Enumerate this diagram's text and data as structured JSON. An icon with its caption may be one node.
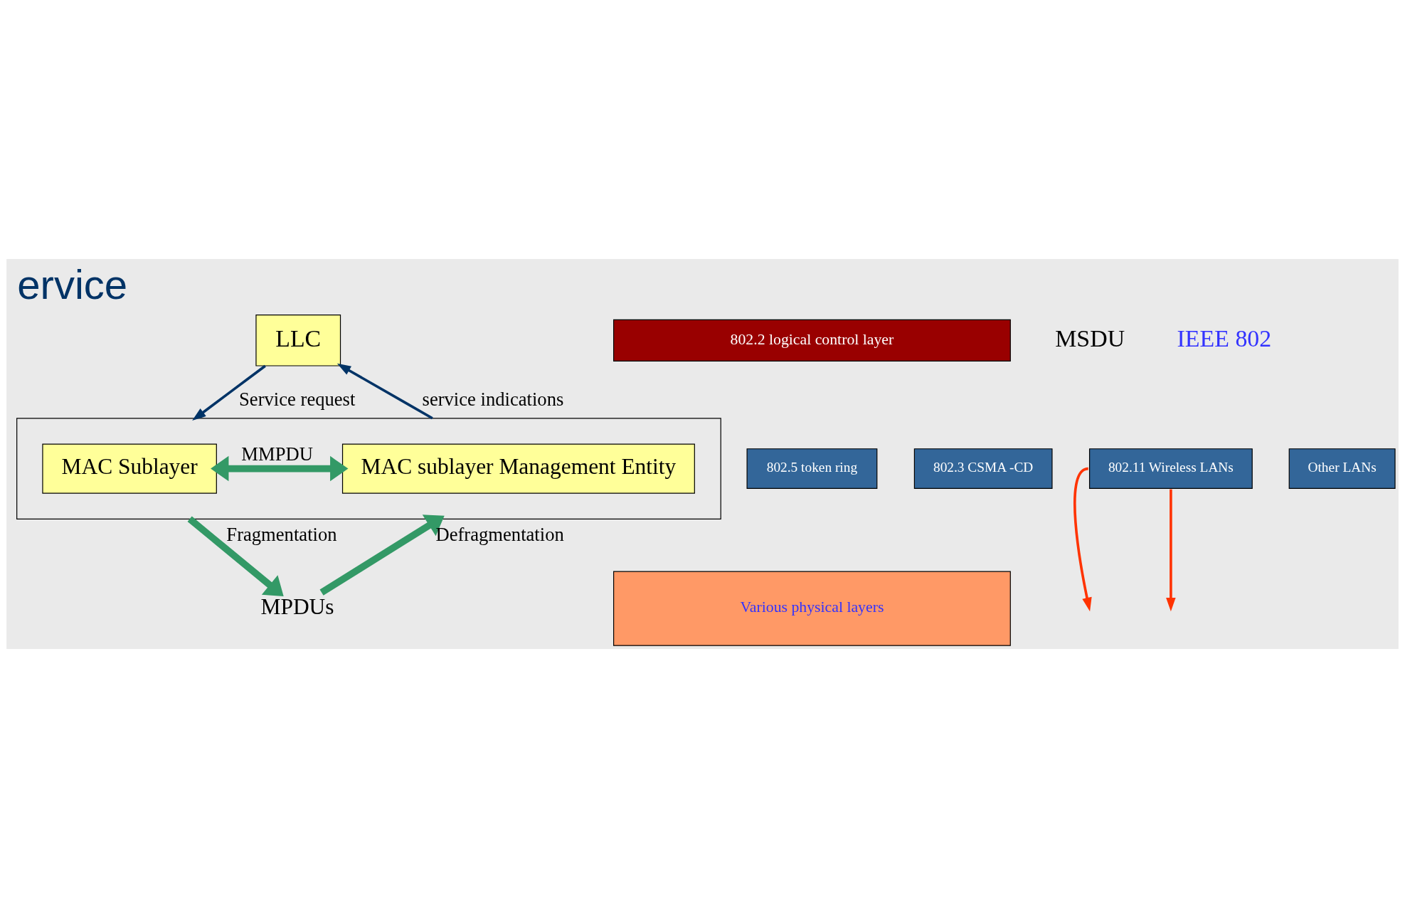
{
  "diagram": {
    "title": "ervice",
    "nodes": [
      {
        "text": [
          "LLC"
        ]
      },
      {
        "text": [],
        "shape": "box"
      },
      {
        "text": [
          "MAC Sublayer"
        ],
        "in": 1
      },
      {
        "text": [
          "MAC sublayer Management Entity"
        ],
        "in": 1
      },
      {
        "text": [
          "802.2 logical control layer"
        ]
      },
      {
        "text": [
          "802.3 CSMA -CD"
        ]
      },
      {
        "text": [
          "802.5 token ring"
        ]
      },
      {
        "text": [
          "802.11 Wireless LANs"
        ]
      },
      {
        "text": [
          "Other LANs"
        ]
      },
      {
        "text": [
          "Various physical layers"
        ]
      },
      {
        "text": [
          "MPDUs"
        ]
      }
    ],
    "edges": [
      {
        "from": 0,
        "to": 1,
        "arrow": "to",
        "label": "Service request",
        "color": "#003366"
      },
      {
        "from": 1,
        "to": 0,
        "arrow": "to",
        "label": "service indications",
        "color": "#003366"
      },
      {
        "from": 2,
        "to": 3,
        "arrow": "both",
        "label": "MMPDU",
        "style": "thick",
        "color": "#339966"
      },
      {
        "from": 1,
        "to": 10,
        "arrow": "to",
        "label": "Fragmentation",
        "style": "thick",
        "color": "#339966"
      },
      {
        "from": 10,
        "to": 1,
        "arrow": "to",
        "label": "Defragmentation",
        "style": "thick",
        "color": "#339966"
      },
      {
        "from": 7,
        "to": null,
        "arrow": "to",
        "color": "#ff3300"
      },
      {
        "from": 7,
        "to": null,
        "arrow": "to",
        "color": "#ff3300"
      }
    ],
    "labels": [
      "MSDU",
      "IEEE 802"
    ]
  }
}
